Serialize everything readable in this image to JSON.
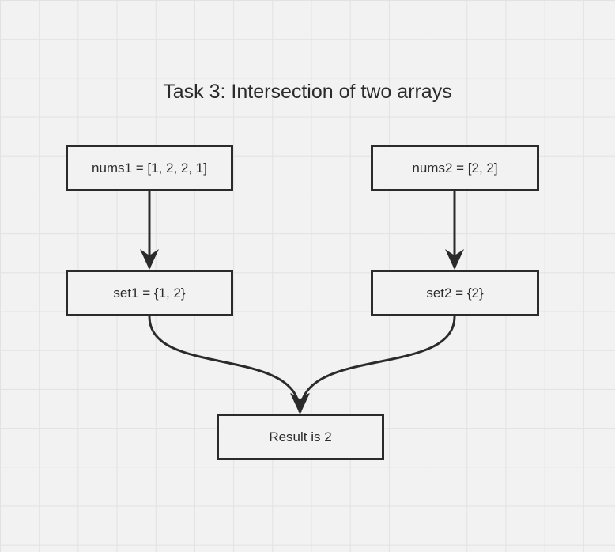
{
  "diagram": {
    "title": "Task 3: Intersection of two arrays",
    "nodes": {
      "nums1": "nums1 = [1, 2, 2, 1]",
      "nums2": "nums2 = [2, 2]",
      "set1": "set1 = {1, 2}",
      "set2": "set2 = {2}",
      "result": "Result is 2"
    },
    "edges": [
      {
        "from": "nums1",
        "to": "set1"
      },
      {
        "from": "nums2",
        "to": "set2"
      },
      {
        "from": "set1",
        "to": "result"
      },
      {
        "from": "set2",
        "to": "result"
      }
    ]
  },
  "colors": {
    "background": "#f2f2f2",
    "grid": "#e2e2e2",
    "stroke": "#2b2b2b"
  }
}
